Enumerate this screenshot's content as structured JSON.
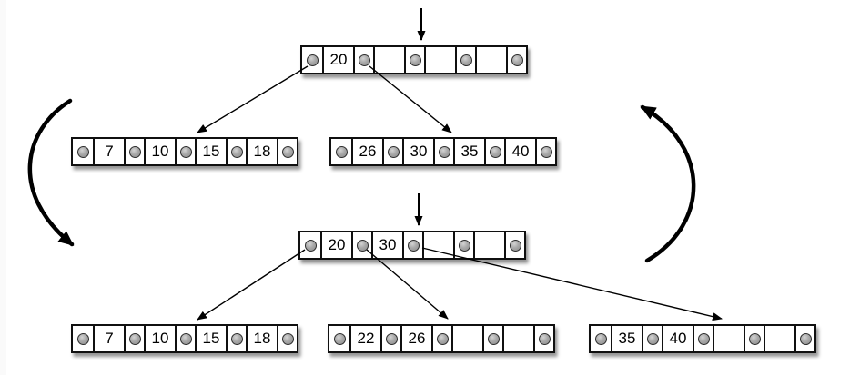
{
  "colors": {
    "stroke": "#000000",
    "node_fill": "#ffffff",
    "pointer_dot_fill": "#9a9a9a",
    "pointer_dot_ring": "#2e2e2e"
  },
  "trees": {
    "before": {
      "root": {
        "keys": [
          "20",
          "",
          "",
          ""
        ]
      },
      "children": [
        {
          "keys": [
            "7",
            "10",
            "15",
            "18"
          ]
        },
        {
          "keys": [
            "26",
            "30",
            "35",
            "40"
          ]
        }
      ]
    },
    "after": {
      "root": {
        "keys": [
          "20",
          "30",
          "",
          ""
        ]
      },
      "children": [
        {
          "keys": [
            "7",
            "10",
            "15",
            "18"
          ]
        },
        {
          "keys": [
            "22",
            "26",
            "",
            ""
          ]
        },
        {
          "keys": [
            "35",
            "40",
            "",
            ""
          ]
        }
      ]
    }
  }
}
